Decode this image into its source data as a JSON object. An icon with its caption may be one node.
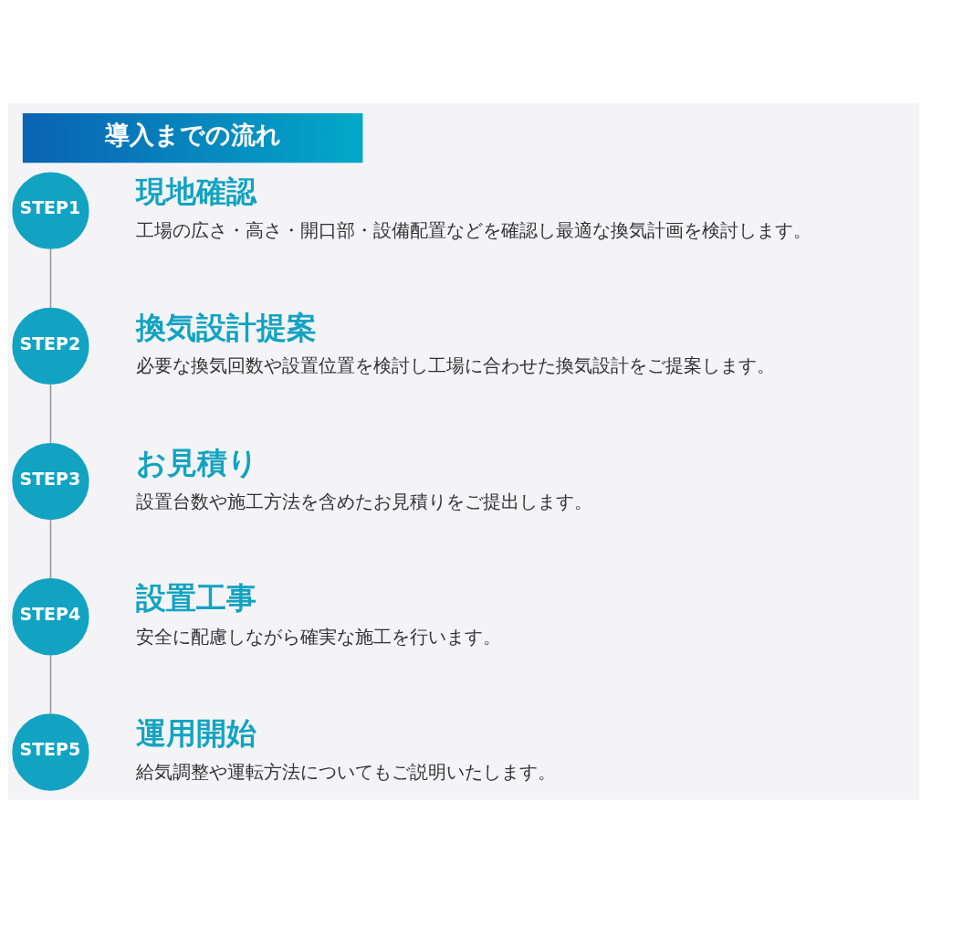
{
  "diagram": {
    "title": "導入までの流れ",
    "nodes": [
      {
        "text": [
          "STEP1"
        ],
        "beside": [
          "現地確認",
          "工場の広さ・高さ・開口部・設備配置などを確認し最適な換気計画を検討します。"
        ]
      },
      {
        "text": [
          "STEP2"
        ],
        "beside": [
          "換気設計提案",
          "必要な換気回数や設置位置を検討し工場に合わせた換気設計をご提案します。"
        ]
      },
      {
        "text": [
          "STEP3"
        ],
        "beside": [
          "お見積り",
          "設置台数や施工方法を含めたお見積りをご提出します。"
        ]
      },
      {
        "text": [
          "STEP4"
        ],
        "beside": [
          "設置工事",
          "安全に配慮しながら確実な施工を行います。"
        ]
      },
      {
        "text": [
          "STEP5"
        ],
        "beside": [
          "運用開始",
          "給気調整や運転方法についてもご説明いたします。"
        ]
      }
    ],
    "edges": [
      {
        "from": 0,
        "to": 1,
        "arrow": "none"
      },
      {
        "from": 1,
        "to": 2,
        "arrow": "none"
      },
      {
        "from": 2,
        "to": 3,
        "arrow": "none"
      },
      {
        "from": 3,
        "to": 4,
        "arrow": "none"
      }
    ]
  }
}
